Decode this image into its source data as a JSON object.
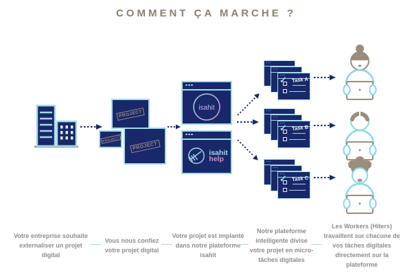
{
  "header": {
    "title": "COMMENT ÇA MARCHE ?"
  },
  "palette": {
    "navy": "#19276b",
    "cyan_border": "#a3dbea",
    "worker_cyan": "#87d7e8",
    "taupe": "#9a8d7e",
    "title_brown": "#8d7f6f",
    "pink": "#df8fb5",
    "caption_gray": "#8d8d8d"
  },
  "icons": {
    "checkmark": "✓"
  },
  "company": {
    "icon": "office-building-icon"
  },
  "projects": {
    "stamp_label": "PROJECT"
  },
  "platform": {
    "logo_main": "isahit",
    "logo_help_line1": "isahit",
    "logo_help_line2": "help"
  },
  "tasks": [
    {
      "label": "Task A"
    },
    {
      "label": "Task B"
    },
    {
      "label": "Task C"
    }
  ],
  "workers": [
    {
      "icon": "woman-bun-laptop-icon"
    },
    {
      "icon": "man-short-hair-laptop-icon"
    },
    {
      "icon": "man-afro-laptop-icon"
    }
  ],
  "captions": [
    {
      "text": "Votre entreprise souhaite externaliser un projet digital"
    },
    {
      "text": "Vous nous confiez votre projet digital"
    },
    {
      "text": "Votre projet est implanté dans notre plateforme isahit"
    },
    {
      "text": "Notre plateforme intelligente divise votre projet en micro-tâches digitales"
    },
    {
      "text": "Les Workers (Hiters) travaillent sur chacune de vos tâches digitales directement sur la plateforme"
    }
  ]
}
